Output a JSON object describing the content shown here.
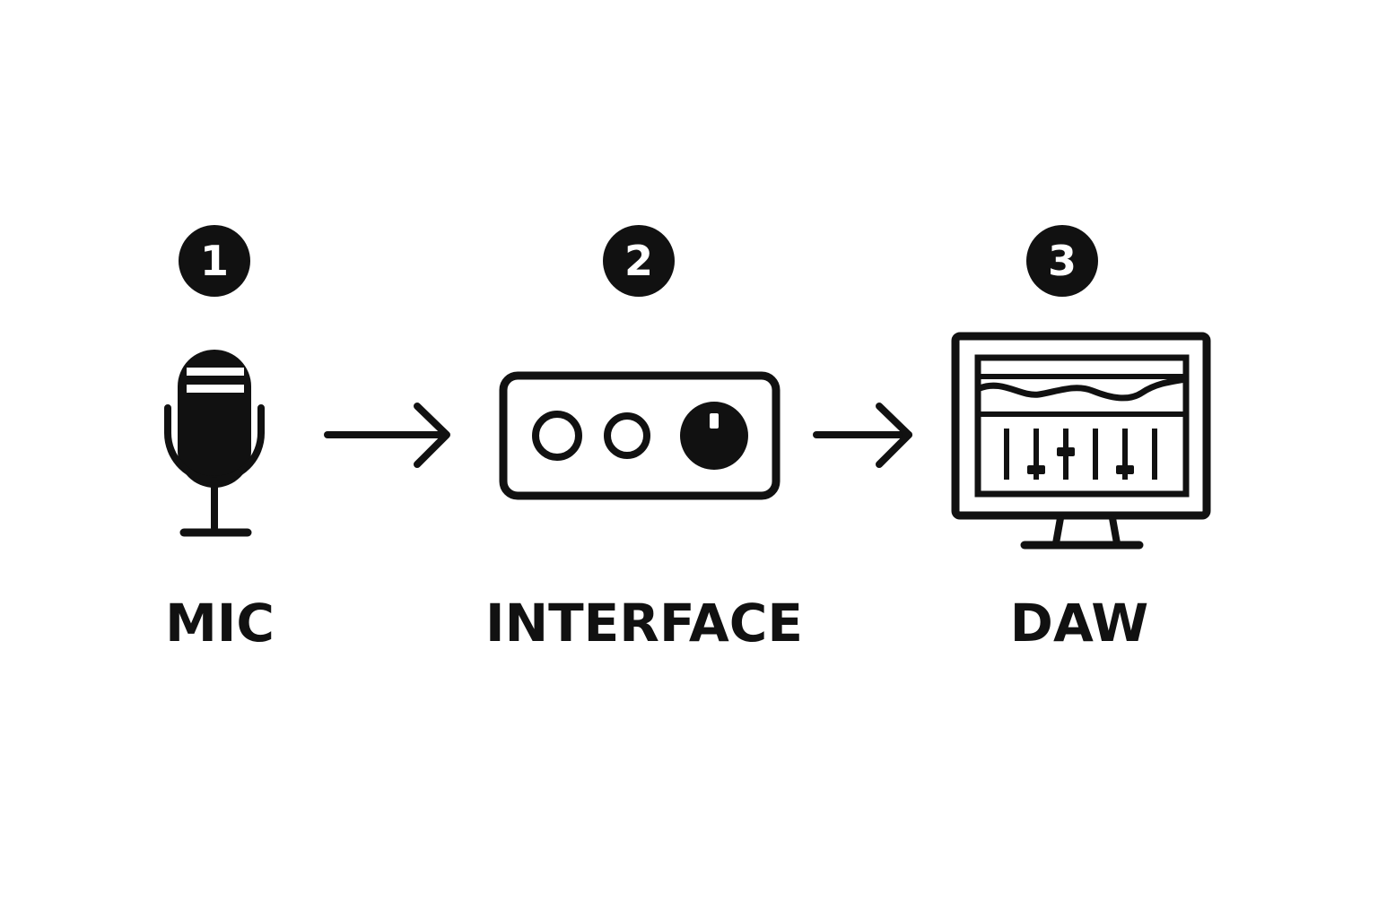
{
  "steps": [
    {
      "number": "1",
      "label": "MIC",
      "icon": "microphone-icon"
    },
    {
      "number": "2",
      "label": "INTERFACE",
      "icon": "audio-interface-icon"
    },
    {
      "number": "3",
      "label": "DAW",
      "icon": "daw-monitor-icon"
    }
  ],
  "connectors": [
    "arrow-right-icon",
    "arrow-right-icon"
  ],
  "colors": {
    "ink": "#111111",
    "background": "#ffffff",
    "badge_text": "#ffffff"
  }
}
